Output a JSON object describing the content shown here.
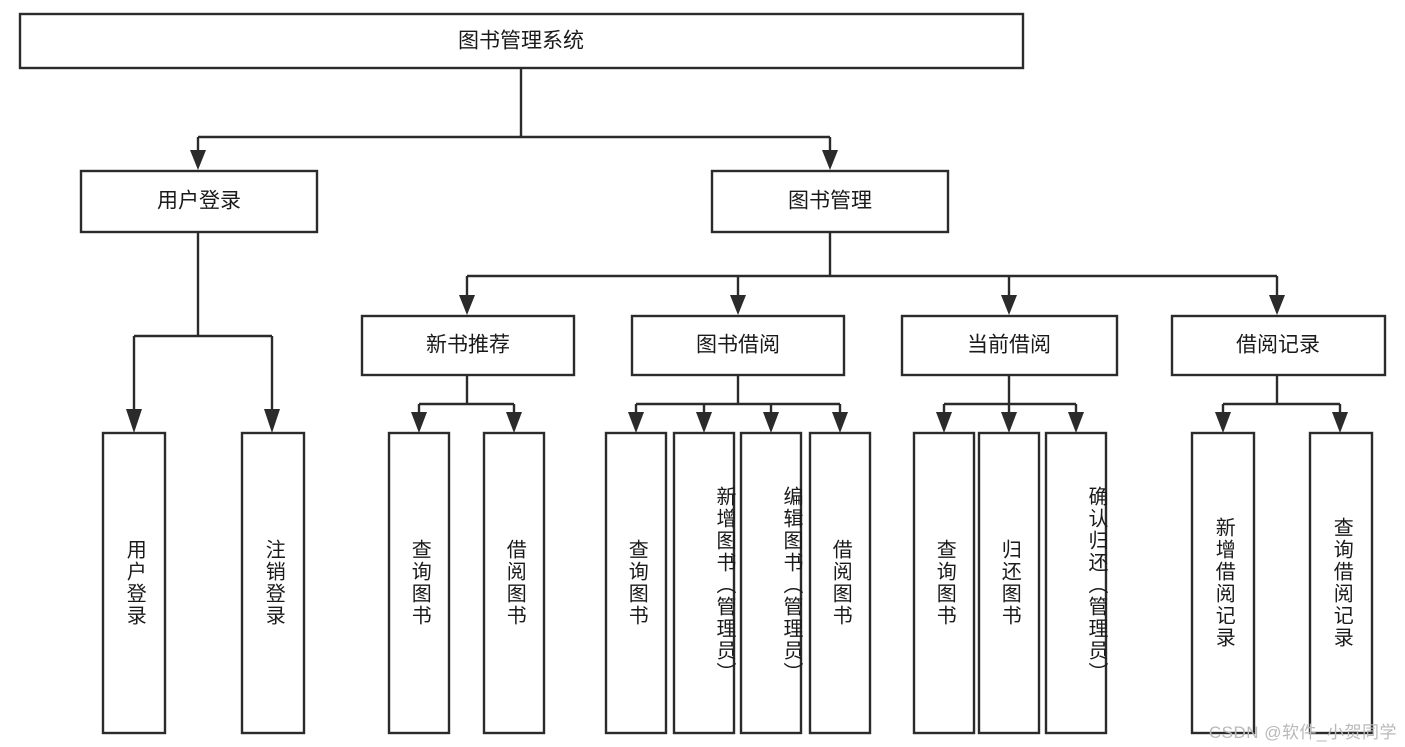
{
  "diagram": {
    "type": "tree-hierarchy-chart",
    "title": "图书管理系统",
    "orientation": "top-down",
    "colors": {
      "box_fill": "#ffffff",
      "box_stroke": "#2b2b2b",
      "text": "#1a1a1a",
      "background": "#ffffff",
      "watermark": "#b9b9b9"
    },
    "levels": {
      "root": {
        "label": "图书管理系统"
      },
      "level2": [
        {
          "label": "用户登录"
        },
        {
          "label": "图书管理"
        }
      ],
      "level3": [
        {
          "label": "新书推荐"
        },
        {
          "label": "图书借阅"
        },
        {
          "label": "当前借阅"
        },
        {
          "label": "借阅记录"
        }
      ],
      "leaves": [
        {
          "label": "用户登录",
          "parent": "用户登录"
        },
        {
          "label": "注销登录",
          "parent": "用户登录"
        },
        {
          "label": "查询图书",
          "parent": "新书推荐"
        },
        {
          "label": "借阅图书",
          "parent": "新书推荐"
        },
        {
          "label": "查询图书",
          "parent": "图书借阅"
        },
        {
          "label": "新增图书（管理员）",
          "parent": "图书借阅"
        },
        {
          "label": "编辑图书（管理员）",
          "parent": "图书借阅"
        },
        {
          "label": "借阅图书",
          "parent": "图书借阅"
        },
        {
          "label": "查询图书",
          "parent": "当前借阅"
        },
        {
          "label": "归还图书",
          "parent": "当前借阅"
        },
        {
          "label": "确认归还（管理员）",
          "parent": "当前借阅"
        },
        {
          "label": "新增借阅记录",
          "parent": "借阅记录"
        },
        {
          "label": "查询借阅记录",
          "parent": "借阅记录"
        }
      ]
    },
    "watermark": "CSDN @软件_小贺同学"
  }
}
